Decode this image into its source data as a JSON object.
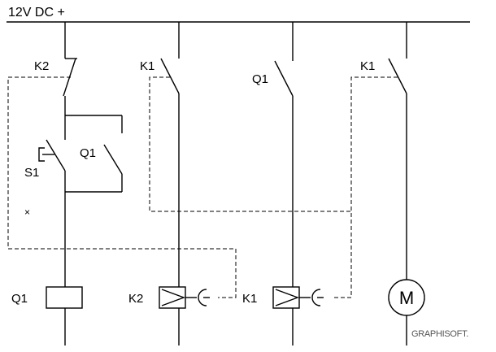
{
  "supply": {
    "label": "12V DC +"
  },
  "labels": {
    "k2_contact": "K2",
    "k1_contact_a": "K1",
    "q1_contact_a": "Q1",
    "k1_contact_b": "K1",
    "s1_button": "S1",
    "q1_contact_b": "Q1",
    "cross_mark": "×",
    "q1_coil": "Q1",
    "k2_coil": "K2",
    "k1_coil": "K1",
    "motor": "M"
  },
  "logo": "GRAPHISOFT."
}
